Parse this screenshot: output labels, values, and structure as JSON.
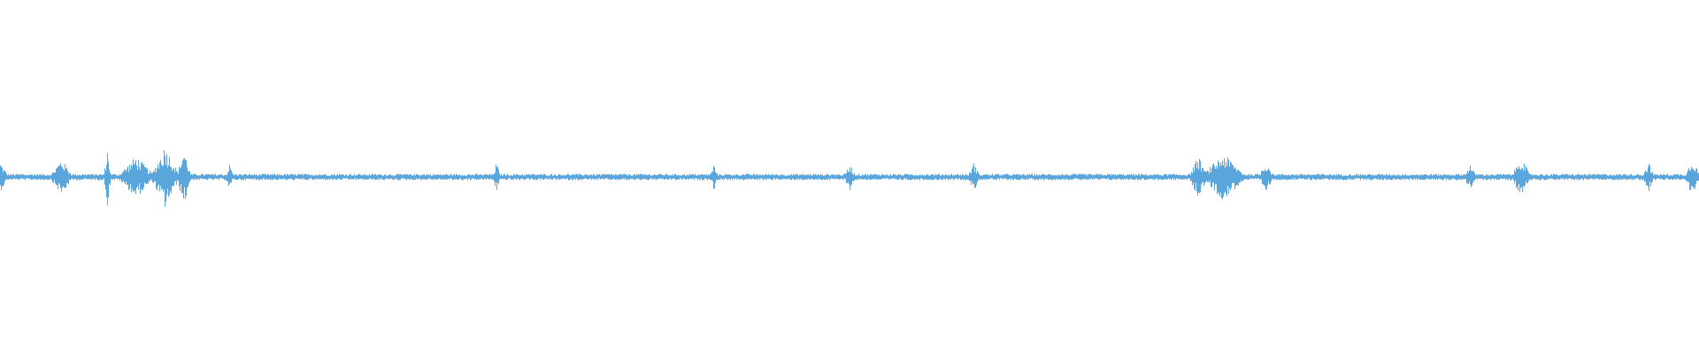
{
  "waveform": {
    "color": "#5aa5dc",
    "background": "#ffffff",
    "baseline_amplitude": 0.06,
    "bursts": [
      {
        "at": 0.0,
        "width": 0.004,
        "level": 0.28
      },
      {
        "at": 0.036,
        "width": 0.006,
        "level": 0.35
      },
      {
        "at": 0.063,
        "width": 0.002,
        "level": 0.55
      },
      {
        "at": 0.08,
        "width": 0.01,
        "level": 0.4
      },
      {
        "at": 0.097,
        "width": 0.008,
        "level": 0.6
      },
      {
        "at": 0.108,
        "width": 0.004,
        "level": 0.55
      },
      {
        "at": 0.135,
        "width": 0.002,
        "level": 0.25
      },
      {
        "at": 0.292,
        "width": 0.002,
        "level": 0.28
      },
      {
        "at": 0.42,
        "width": 0.002,
        "level": 0.25
      },
      {
        "at": 0.5,
        "width": 0.003,
        "level": 0.25
      },
      {
        "at": 0.573,
        "width": 0.003,
        "level": 0.28
      },
      {
        "at": 0.705,
        "width": 0.005,
        "level": 0.4
      },
      {
        "at": 0.72,
        "width": 0.012,
        "level": 0.45
      },
      {
        "at": 0.745,
        "width": 0.004,
        "level": 0.3
      },
      {
        "at": 0.865,
        "width": 0.003,
        "level": 0.25
      },
      {
        "at": 0.895,
        "width": 0.005,
        "level": 0.4
      },
      {
        "at": 0.97,
        "width": 0.003,
        "level": 0.3
      },
      {
        "at": 0.996,
        "width": 0.004,
        "level": 0.38
      }
    ]
  }
}
